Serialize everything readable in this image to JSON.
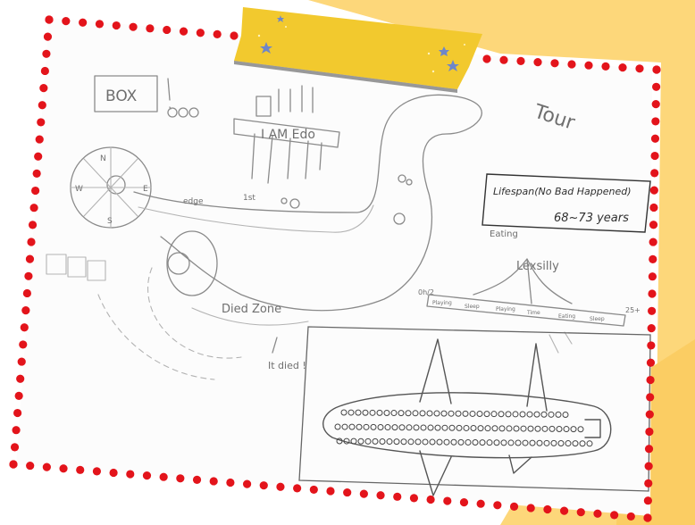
{
  "colors": {
    "backdrop_peach": "#fdd77a",
    "tape_yellow": "#f2c92e",
    "dot_red": "#e3141b",
    "paper": "#fcfcfc",
    "pencil": "#8a8a8a"
  },
  "icons": [
    "tape-strip-decoration",
    "star-sparkle-icon",
    "red-dotted-border"
  ],
  "sketch": {
    "box_label": "BOX",
    "cross_label": "I AM Edo",
    "edge_label": "edge",
    "first_label": "1st",
    "died_zone_label": "Died Zone",
    "it_died_label": "It died !",
    "tour_label": "Tour",
    "lifespan_line1": "Lifespan(No Bad Happened)",
    "lifespan_line2": "68~73 years",
    "eating_label": "Eating",
    "lexsilly_label": "Lexsilly",
    "timeline_left": "0h/2",
    "timeline_right": "25+",
    "timeline_cells": [
      "Playing",
      "Sleep",
      "Playing",
      "Time",
      "Eating",
      "Sleep"
    ]
  }
}
